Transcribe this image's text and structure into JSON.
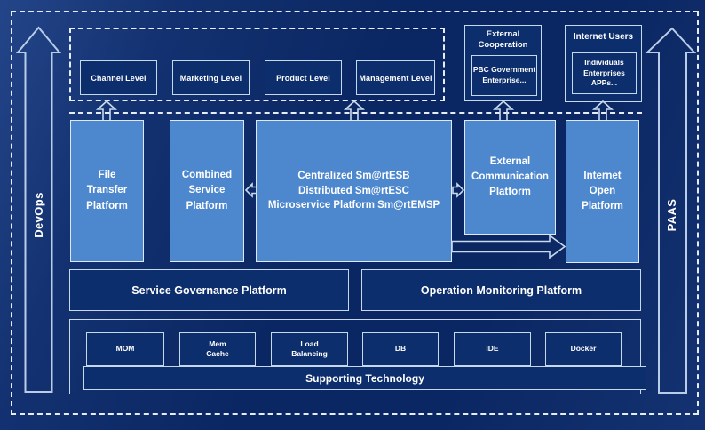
{
  "colors": {
    "background_navy": "#0b2763",
    "panel_navy": "#0d2e6c",
    "platform_blue": "#4d87cd",
    "border_light": "#c6d8ec",
    "dashed_line": "#e6edf8",
    "text": "#ffffff"
  },
  "rails": {
    "left": "DevOps",
    "right": "PAAS"
  },
  "levels": {
    "items": [
      "Channel Level",
      "Marketing Level",
      "Product Level",
      "Management Level"
    ]
  },
  "external_cooperation": {
    "title": "External\nCooperation",
    "body": "PBC Government\nEnterprise..."
  },
  "internet_users": {
    "title": "Internet Users",
    "body": "Individuals\nEnterprises\nAPPs..."
  },
  "platforms": {
    "file_transfer": "File\nTransfer\nPlatform",
    "combined_service": "Combined\nService\nPlatform",
    "central": "Centralized Sm@rtESB\nDistributed Sm@rtESC\nMicroservice Platform Sm@rtEMSP",
    "external_communication": "External\nCommunication\nPlatform",
    "internet_open": "Internet\nOpen\nPlatform"
  },
  "governance": {
    "service": "Service Governance Platform",
    "monitoring": "Operation Monitoring Platform"
  },
  "technology": {
    "items": [
      "MOM",
      "Mem\nCache",
      "Load\nBalancing",
      "DB",
      "IDE",
      "Docker"
    ],
    "footer": "Supporting Technology"
  }
}
